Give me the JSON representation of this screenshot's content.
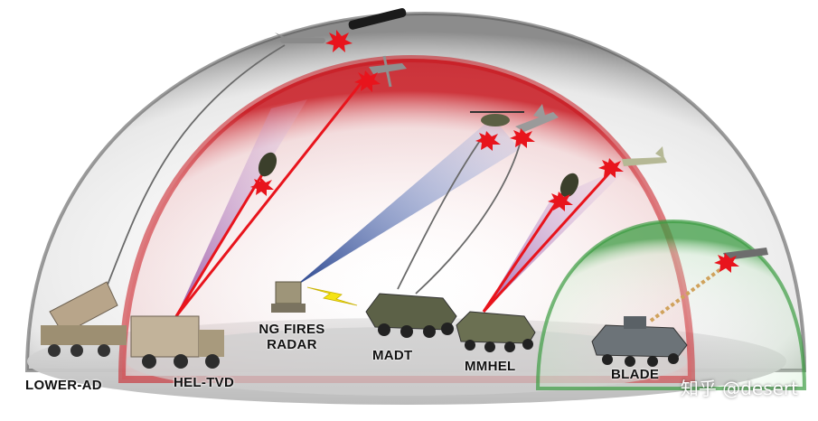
{
  "labels": {
    "lower_ad": "LOWER-AD",
    "hel_tvd": "HEL-TVD",
    "ng_fires_radar_line1": "NG FIRES",
    "ng_fires_radar_line2": "RADAR",
    "madt": "MADT",
    "mmhel": "MMHEL",
    "blade": "BLADE"
  },
  "watermark": "知乎 @desert",
  "colors": {
    "outer_dome": "#d9d9d9",
    "inner_dome": "#d21c24",
    "blade_dome": "#4caf50",
    "laser": "#e8141c",
    "radar_beam": "#1f3c88",
    "ground": "#cfcfcf"
  }
}
